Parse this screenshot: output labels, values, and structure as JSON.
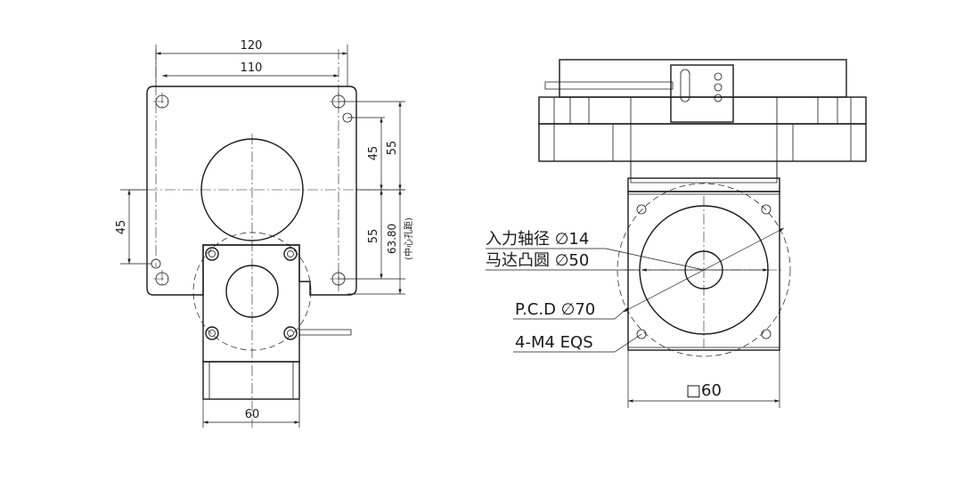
{
  "left_view": {
    "dim_top_outer": "120",
    "dim_top_inner": "110",
    "dim_right_45": "45",
    "dim_right_55_top": "55",
    "dim_right_55_bottom": "55",
    "dim_right_6380": "63.80",
    "dim_right_note": "(中心孔距)",
    "dim_left_45": "45",
    "dim_bottom_60": "60"
  },
  "right_view": {
    "input_shaft_label": "入力轴径 ∅14",
    "motor_boss_label": "马达凸圆 ∅50",
    "pcd_label": "P.C.D ∅70",
    "holes_label": "4-M4 EQS",
    "square_dim": "□60"
  }
}
